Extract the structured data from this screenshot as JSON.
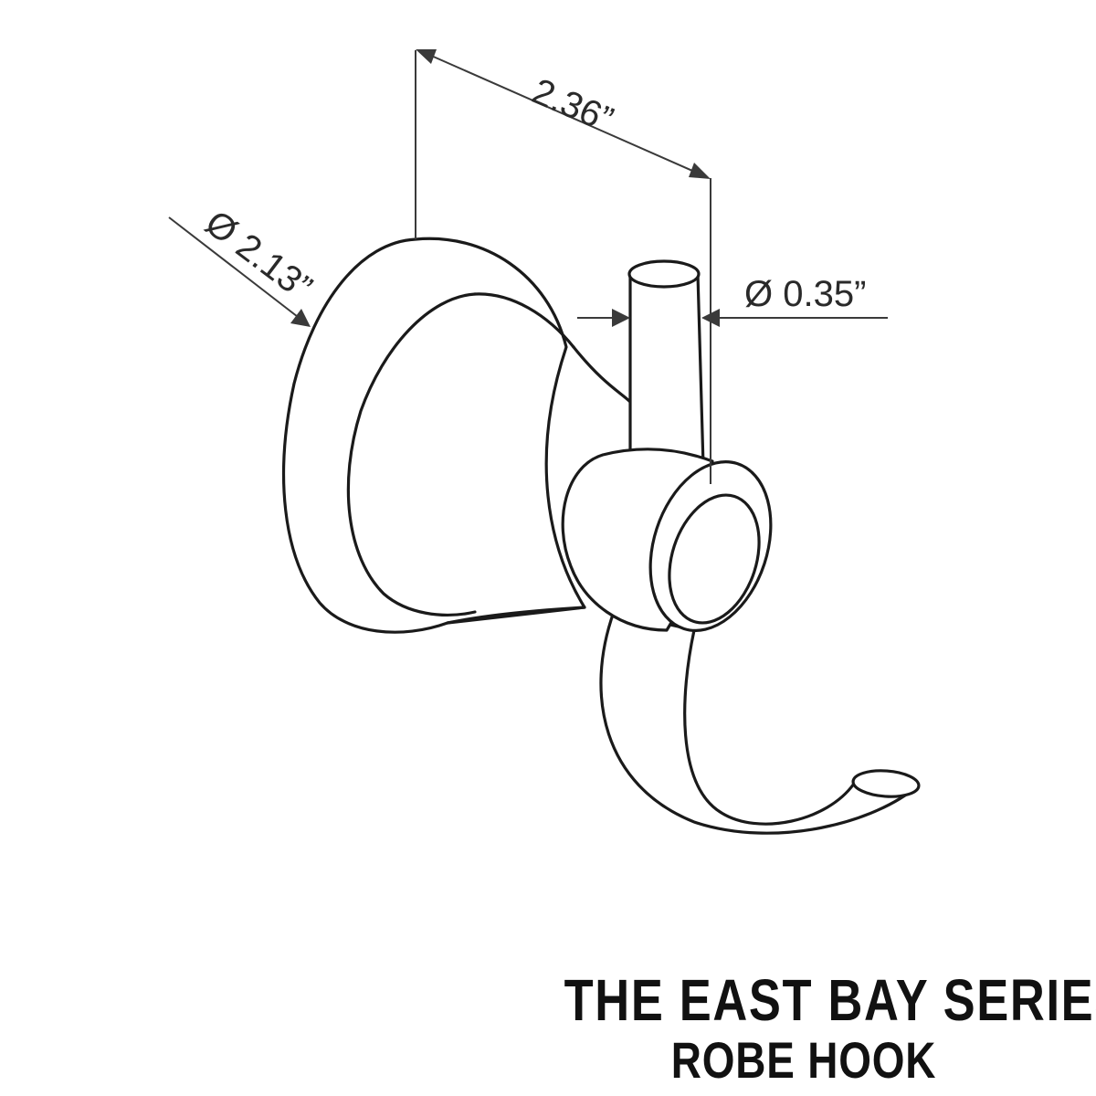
{
  "dimensions": {
    "width_label": "2.36”",
    "base_diameter_label": "Ø 2.13”",
    "post_diameter_label": "Ø 0.35”"
  },
  "title": {
    "series": "THE EAST BAY SERIES",
    "product": "ROBE HOOK"
  },
  "colors": {
    "line": "#1a1a1a",
    "background": "#ffffff"
  }
}
